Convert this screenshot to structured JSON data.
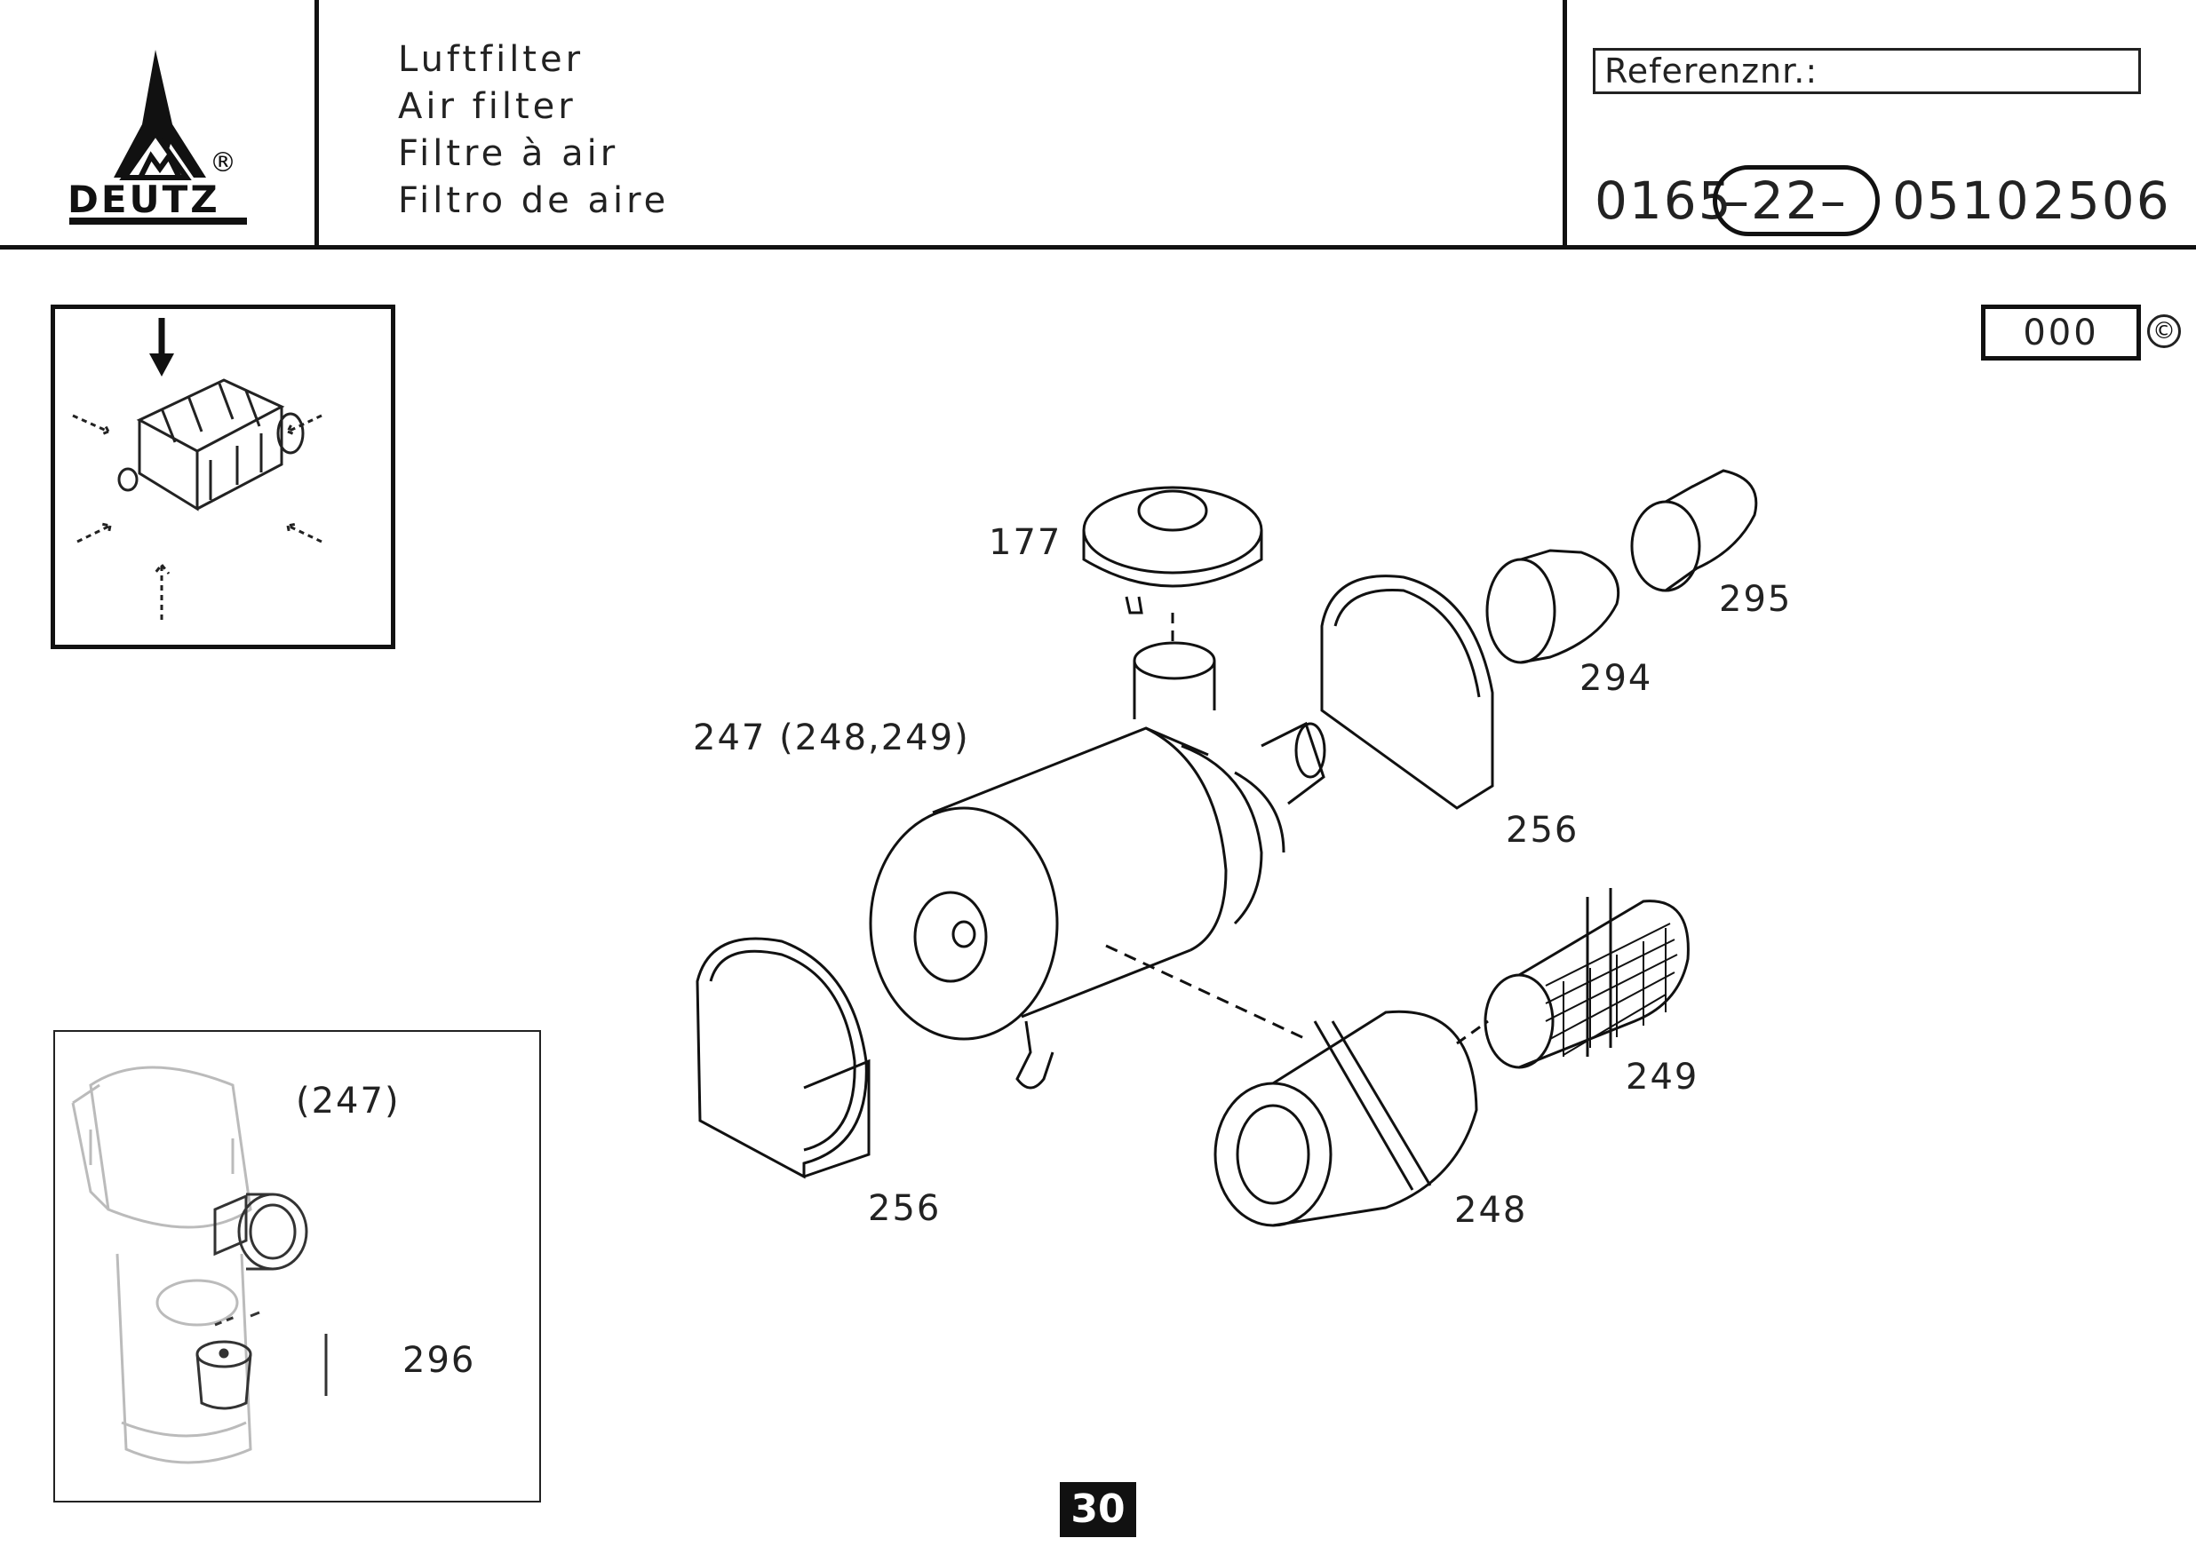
{
  "logo": {
    "brand": "DEUTZ",
    "registered_mark": "®"
  },
  "header": {
    "titles": [
      "Luftfilter",
      "Air filter",
      "Filtre à air",
      "Filtro de aire"
    ],
    "reference_label": "Referenznr.:",
    "reference_number": {
      "part1": "0165",
      "group": "–22–",
      "part3": "0510",
      "part4": "2506"
    }
  },
  "variant": {
    "code": "000",
    "copyright_symbol": "©"
  },
  "callouts": {
    "c177": "177",
    "c247": "247 (248,249)",
    "c256_upper": "256",
    "c256_lower": "256",
    "c294": "294",
    "c295": "295",
    "c249": "249",
    "c248": "248",
    "c247_inset": "(247)",
    "c296": "296"
  },
  "page": {
    "number": "30"
  }
}
